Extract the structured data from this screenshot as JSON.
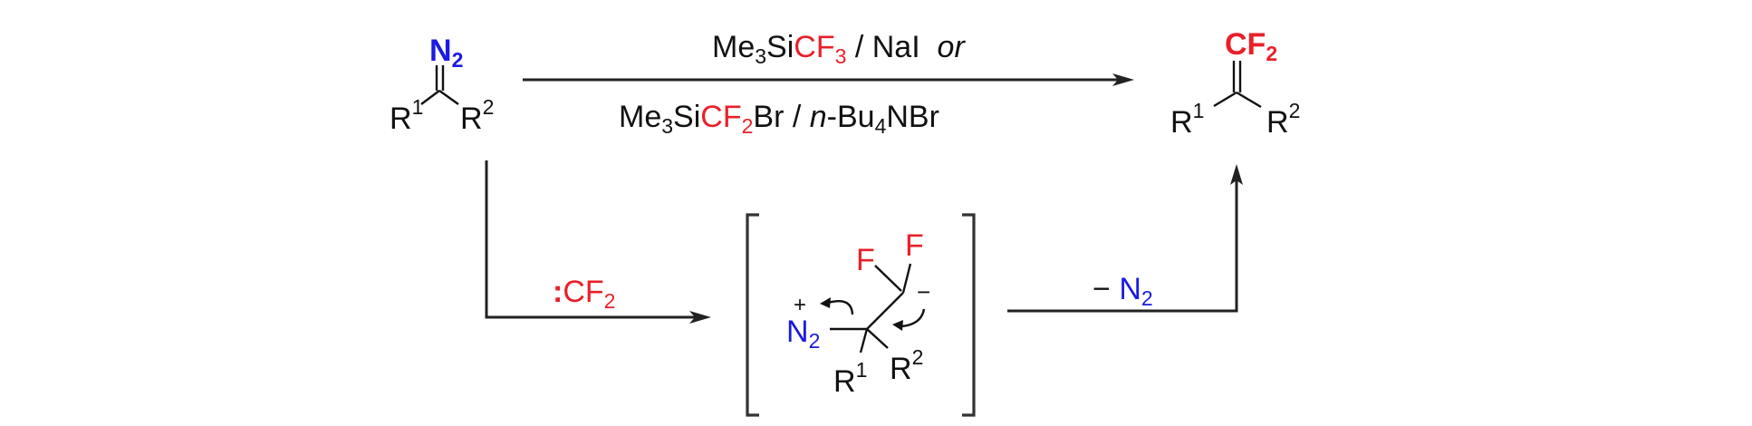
{
  "colors": {
    "fluorine": "#e8202a",
    "nitrogen": "#1a1ae0",
    "ink": "#111111"
  },
  "reactant": {
    "top_group": "N",
    "top_sub": "2",
    "r1": "R",
    "r1_sup": "1",
    "r2": "R",
    "r2_sup": "2"
  },
  "product": {
    "top_group": "CF",
    "top_sub": "2",
    "r1": "R",
    "r1_sup": "1",
    "r2": "R",
    "r2_sup": "2"
  },
  "conditions": {
    "line1": {
      "me": "Me",
      "me_sub": "3",
      "si": "Si",
      "cf": "CF",
      "cf_sub": "3",
      "rest": " / NaI  ",
      "or": "or"
    },
    "line2": {
      "me": "Me",
      "me_sub": "3",
      "si": "Si",
      "cf": "CF",
      "cf_sub": "2",
      "br": "Br / ",
      "n": "n",
      "rest": "-Bu",
      "bu_sub": "4",
      "tail": "NBr"
    }
  },
  "carbene_label": {
    "dots": ":",
    "cf": "CF",
    "sub": "2"
  },
  "intermediate": {
    "f1": "F",
    "f2": "F",
    "minus": "−",
    "plus": "+",
    "n": "N",
    "n_sub": "2",
    "r1": "R",
    "r1_sup": "1",
    "r2": "R",
    "r2_sup": "2"
  },
  "loss_label": {
    "minus": "− ",
    "n": "N",
    "sub": "2"
  }
}
